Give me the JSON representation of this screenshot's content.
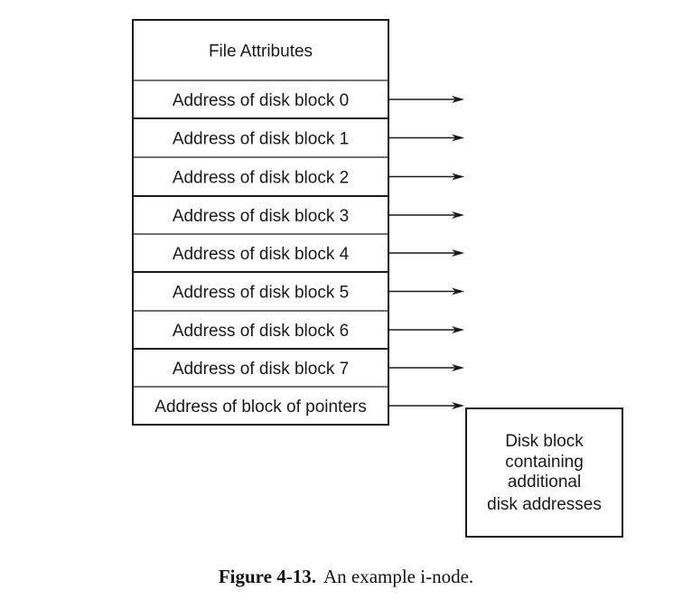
{
  "inode": {
    "header": "File Attributes",
    "rows": [
      "Address of disk block 0",
      "Address of disk block 1",
      "Address of disk block 2",
      "Address of disk block 3",
      "Address of disk block 4",
      "Address of disk block 5",
      "Address of disk block 6",
      "Address of disk block 7",
      "Address of block of pointers"
    ]
  },
  "pointer_block": {
    "lines": [
      "Disk block",
      "containing",
      "additional",
      "disk addresses"
    ]
  },
  "caption": {
    "label": "Figure 4-13.",
    "text": "An example i-node."
  },
  "colors": {
    "stroke": "#1a1a1a",
    "text": "#1a1a1a"
  }
}
